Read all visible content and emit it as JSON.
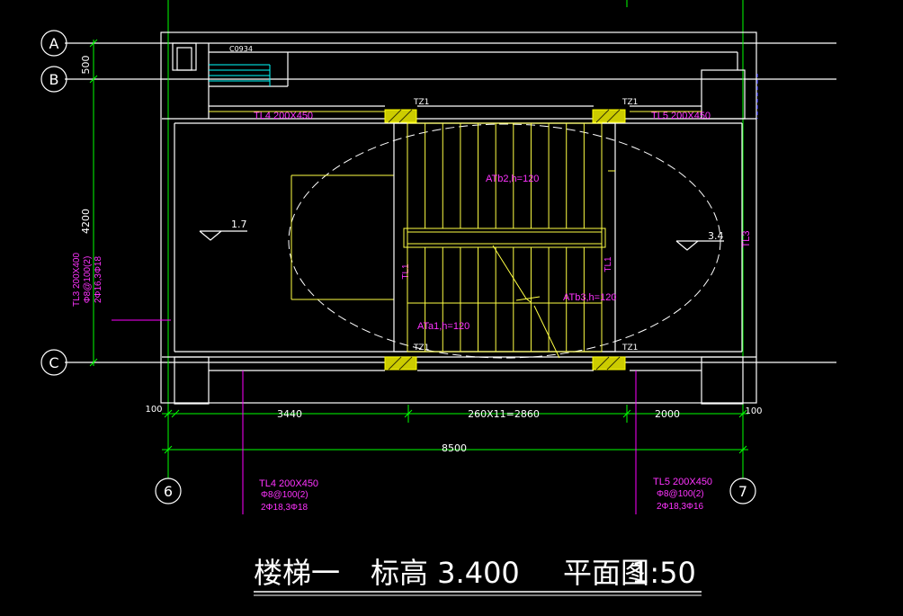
{
  "drawing": {
    "grid_rows": [
      "A",
      "B",
      "C"
    ],
    "grid_cols": [
      "6",
      "7"
    ],
    "dims_vertical": [
      "500",
      "4200"
    ],
    "dims_horizontal": [
      "100",
      "3440",
      "260X11=2860",
      "2000",
      "100"
    ],
    "dim_total": "8500",
    "window_tag": "C0934",
    "column_tags": [
      "TZ1",
      "TZ1",
      "TZ1",
      "TZ1"
    ],
    "beam_tl4_top": "TL4 200X450",
    "beam_tl5_top": "TL5 200X450",
    "beam_tl1_left": "TL1",
    "beam_tl1_right": "TL1",
    "beam_tl3_right": "TL3",
    "left_landing_elev": "1.7",
    "right_landing_elev": "3.4",
    "slab_atb2": "ATb2,h=120",
    "slab_atb3": "ATb3,h=120",
    "slab_ata1": "ATa1,h=120",
    "tl3_note": [
      "TL3 200X400",
      "Φ8@100(2)",
      "2Φ16,3Φ18"
    ],
    "tl4_note": [
      "TL4 200X450",
      "Φ8@100(2)",
      "2Φ18,3Φ18"
    ],
    "tl5_note": [
      "TL5 200X450",
      "Φ8@100(2)",
      "2Φ18,3Φ16"
    ]
  },
  "title": {
    "name": "楼梯一",
    "elevation": "标高 3.400",
    "view": "平面图",
    "scale": "1:50"
  }
}
